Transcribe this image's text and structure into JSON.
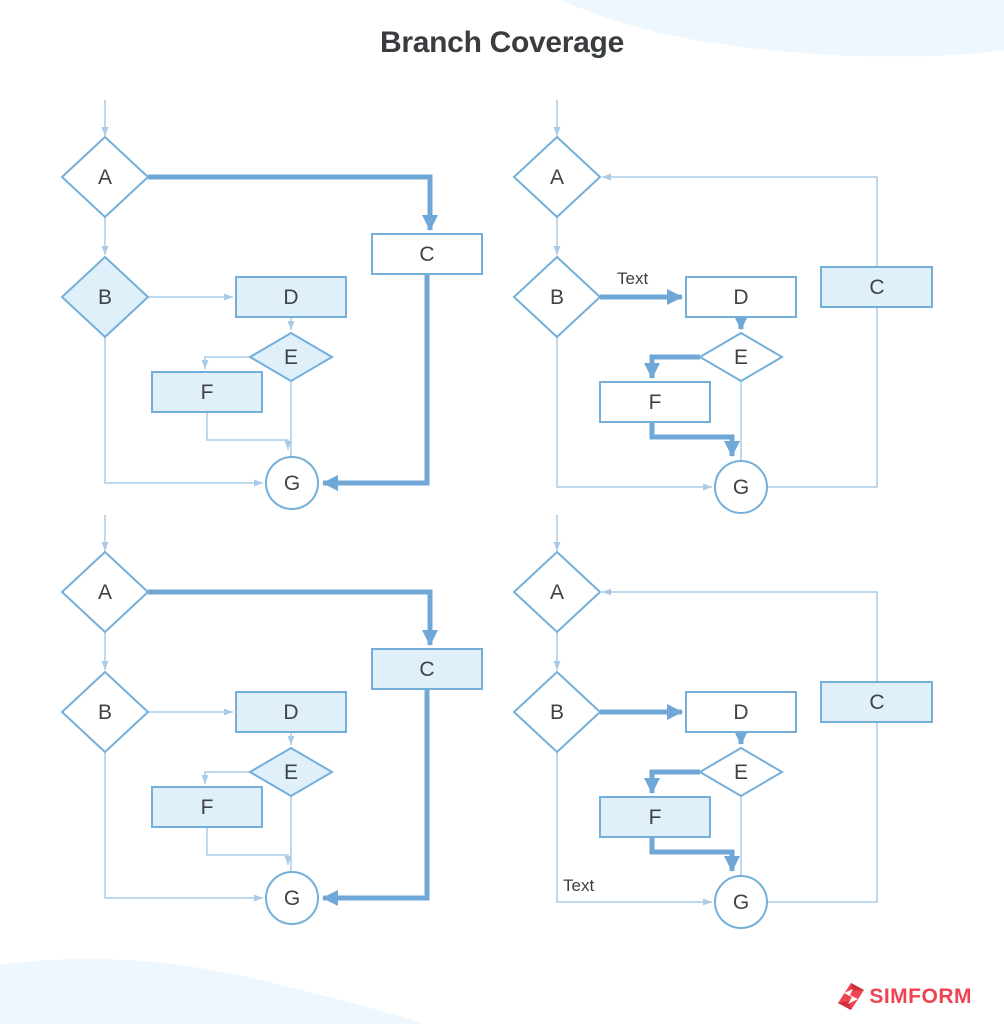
{
  "title": "Branch Coverage",
  "brand": {
    "name": "SIMFORM",
    "color": "#ee4350"
  },
  "colors": {
    "thin_edge": "#a9cbe7",
    "thick_edge": "#6fa8d6",
    "node_border": "#74afda",
    "node_fill_light": "#dff0fb",
    "node_fill_white": "#ffffff",
    "label_text": "#3f4345",
    "title_text": "#3a3d40",
    "wave": "#edf7fd"
  },
  "diagrams": [
    {
      "position": "top-left",
      "nodes": [
        {
          "label": "A",
          "shape": "diamond"
        },
        {
          "label": "B",
          "shape": "diamond"
        },
        {
          "label": "C",
          "shape": "rect"
        },
        {
          "label": "D",
          "shape": "rect"
        },
        {
          "label": "E",
          "shape": "diamond"
        },
        {
          "label": "F",
          "shape": "rect"
        },
        {
          "label": "G",
          "shape": "circle"
        }
      ],
      "filled_nodes": [
        "B",
        "D",
        "E",
        "F"
      ],
      "highlighted_path": [
        "A",
        "C",
        "G"
      ]
    },
    {
      "position": "top-right",
      "nodes": [
        {
          "label": "A",
          "shape": "diamond"
        },
        {
          "label": "B",
          "shape": "diamond"
        },
        {
          "label": "C",
          "shape": "rect"
        },
        {
          "label": "D",
          "shape": "rect"
        },
        {
          "label": "E",
          "shape": "diamond"
        },
        {
          "label": "F",
          "shape": "rect"
        },
        {
          "label": "G",
          "shape": "circle"
        }
      ],
      "filled_nodes": [
        "C"
      ],
      "highlighted_path": [
        "B",
        "D",
        "E",
        "F",
        "G"
      ],
      "edge_label": {
        "text": "Text",
        "edge": "B-D"
      }
    },
    {
      "position": "bottom-left",
      "nodes": [
        {
          "label": "A",
          "shape": "diamond"
        },
        {
          "label": "B",
          "shape": "diamond"
        },
        {
          "label": "C",
          "shape": "rect"
        },
        {
          "label": "D",
          "shape": "rect"
        },
        {
          "label": "E",
          "shape": "diamond"
        },
        {
          "label": "F",
          "shape": "rect"
        },
        {
          "label": "G",
          "shape": "circle"
        }
      ],
      "filled_nodes": [
        "C",
        "D",
        "E",
        "F"
      ],
      "highlighted_path": [
        "A",
        "C",
        "G"
      ]
    },
    {
      "position": "bottom-right",
      "nodes": [
        {
          "label": "A",
          "shape": "diamond"
        },
        {
          "label": "B",
          "shape": "diamond"
        },
        {
          "label": "C",
          "shape": "rect"
        },
        {
          "label": "D",
          "shape": "rect"
        },
        {
          "label": "E",
          "shape": "diamond"
        },
        {
          "label": "F",
          "shape": "rect"
        },
        {
          "label": "G",
          "shape": "circle"
        }
      ],
      "filled_nodes": [
        "C",
        "F"
      ],
      "highlighted_path": [
        "B",
        "D",
        "E",
        "F",
        "G"
      ],
      "edge_label": {
        "text": "Text",
        "edge": "B-G"
      }
    }
  ]
}
